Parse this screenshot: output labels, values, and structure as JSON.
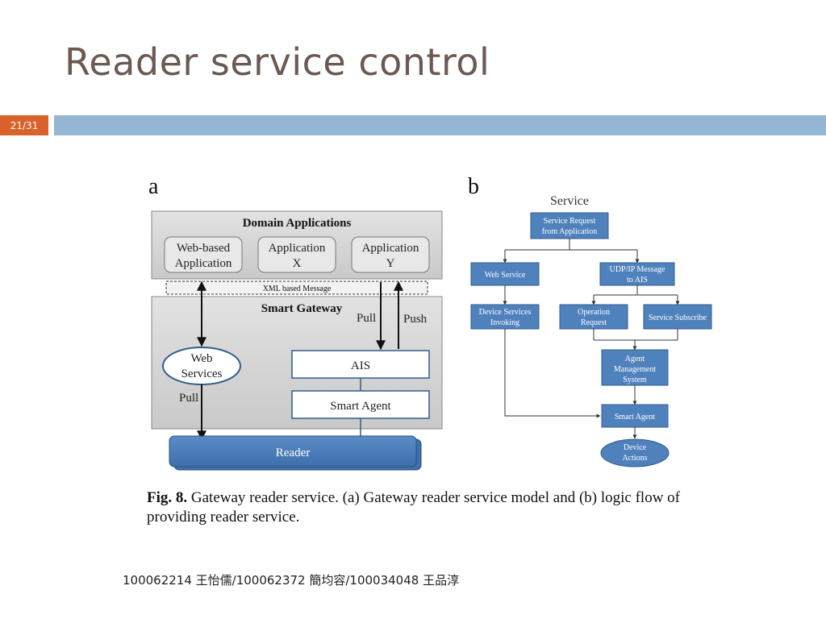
{
  "slide": {
    "title": "Reader service control",
    "page_indicator": "21/31",
    "footer": "100062214 王怡儒/100062372 簡均容/100034048 王品淳"
  },
  "figure": {
    "panel_a": {
      "letter": "a",
      "domain_applications": "Domain Applications",
      "web_based_app": [
        "Web-based",
        "Application"
      ],
      "app_x": [
        "Application",
        "X"
      ],
      "app_y": [
        "Application",
        "Y"
      ],
      "xml_message": "XML based Message",
      "smart_gateway": "Smart Gateway",
      "pull_top": "Pull",
      "push": "Push",
      "web_services": [
        "Web",
        "Services"
      ],
      "pull_bottom": "Pull",
      "ais": "AIS",
      "smart_agent": "Smart Agent",
      "reader": "Reader"
    },
    "panel_b": {
      "letter": "b",
      "service": "Service",
      "service_request": [
        "Service Request",
        "from Application"
      ],
      "web_service": "Web Service",
      "udp_message": [
        "UDP/IP Message",
        "to AIS"
      ],
      "device_services_invoking": [
        "Device Services",
        "Invoking"
      ],
      "operation_request": [
        "Operation",
        "Request"
      ],
      "service_subscribe": "Service Subscribe",
      "agent_management": [
        "Agent",
        "Management",
        "System"
      ],
      "smart_agent": "Smart Agent",
      "device_actions": [
        "Device",
        "Actions"
      ]
    },
    "caption": {
      "label": "Fig. 8.",
      "text": "Gateway reader service. (a) Gateway reader service model and (b) logic flow of providing reader service."
    },
    "colors": {
      "blue_box": "#4f81bd",
      "gray_panel": "#d4d4d4",
      "reader": "#4f81bd"
    }
  }
}
